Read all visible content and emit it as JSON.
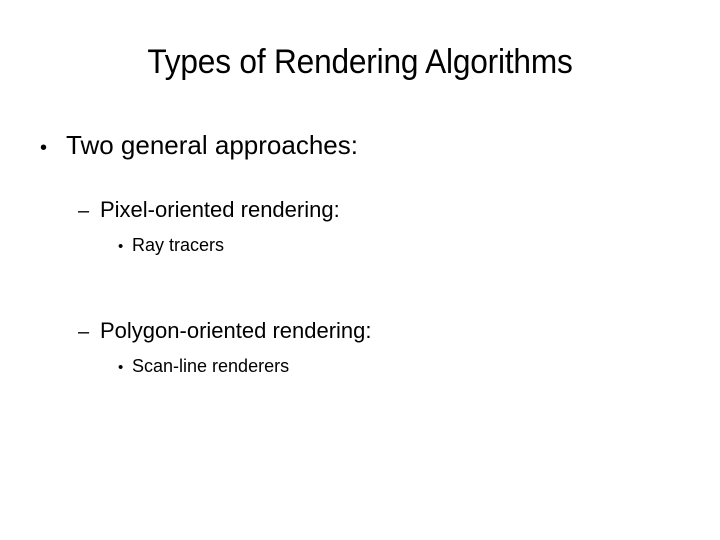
{
  "slide": {
    "background_color": "#ffffff",
    "text_color": "#000000",
    "title": "Types of Rendering Algorithms",
    "bullets": [
      {
        "level": 1,
        "marker": "•",
        "marker_name": "round-bullet",
        "text": "Two general approaches:"
      },
      {
        "level": 2,
        "marker": "–",
        "marker_name": "en-dash-bullet",
        "text": "Pixel-oriented rendering:"
      },
      {
        "level": 3,
        "marker": "•",
        "marker_name": "round-bullet",
        "text": "Ray tracers"
      },
      {
        "level": 2,
        "marker": "–",
        "marker_name": "en-dash-bullet",
        "text": "Polygon-oriented rendering:"
      },
      {
        "level": 3,
        "marker": "•",
        "marker_name": "round-bullet",
        "text": "Scan-line renderers"
      }
    ]
  }
}
